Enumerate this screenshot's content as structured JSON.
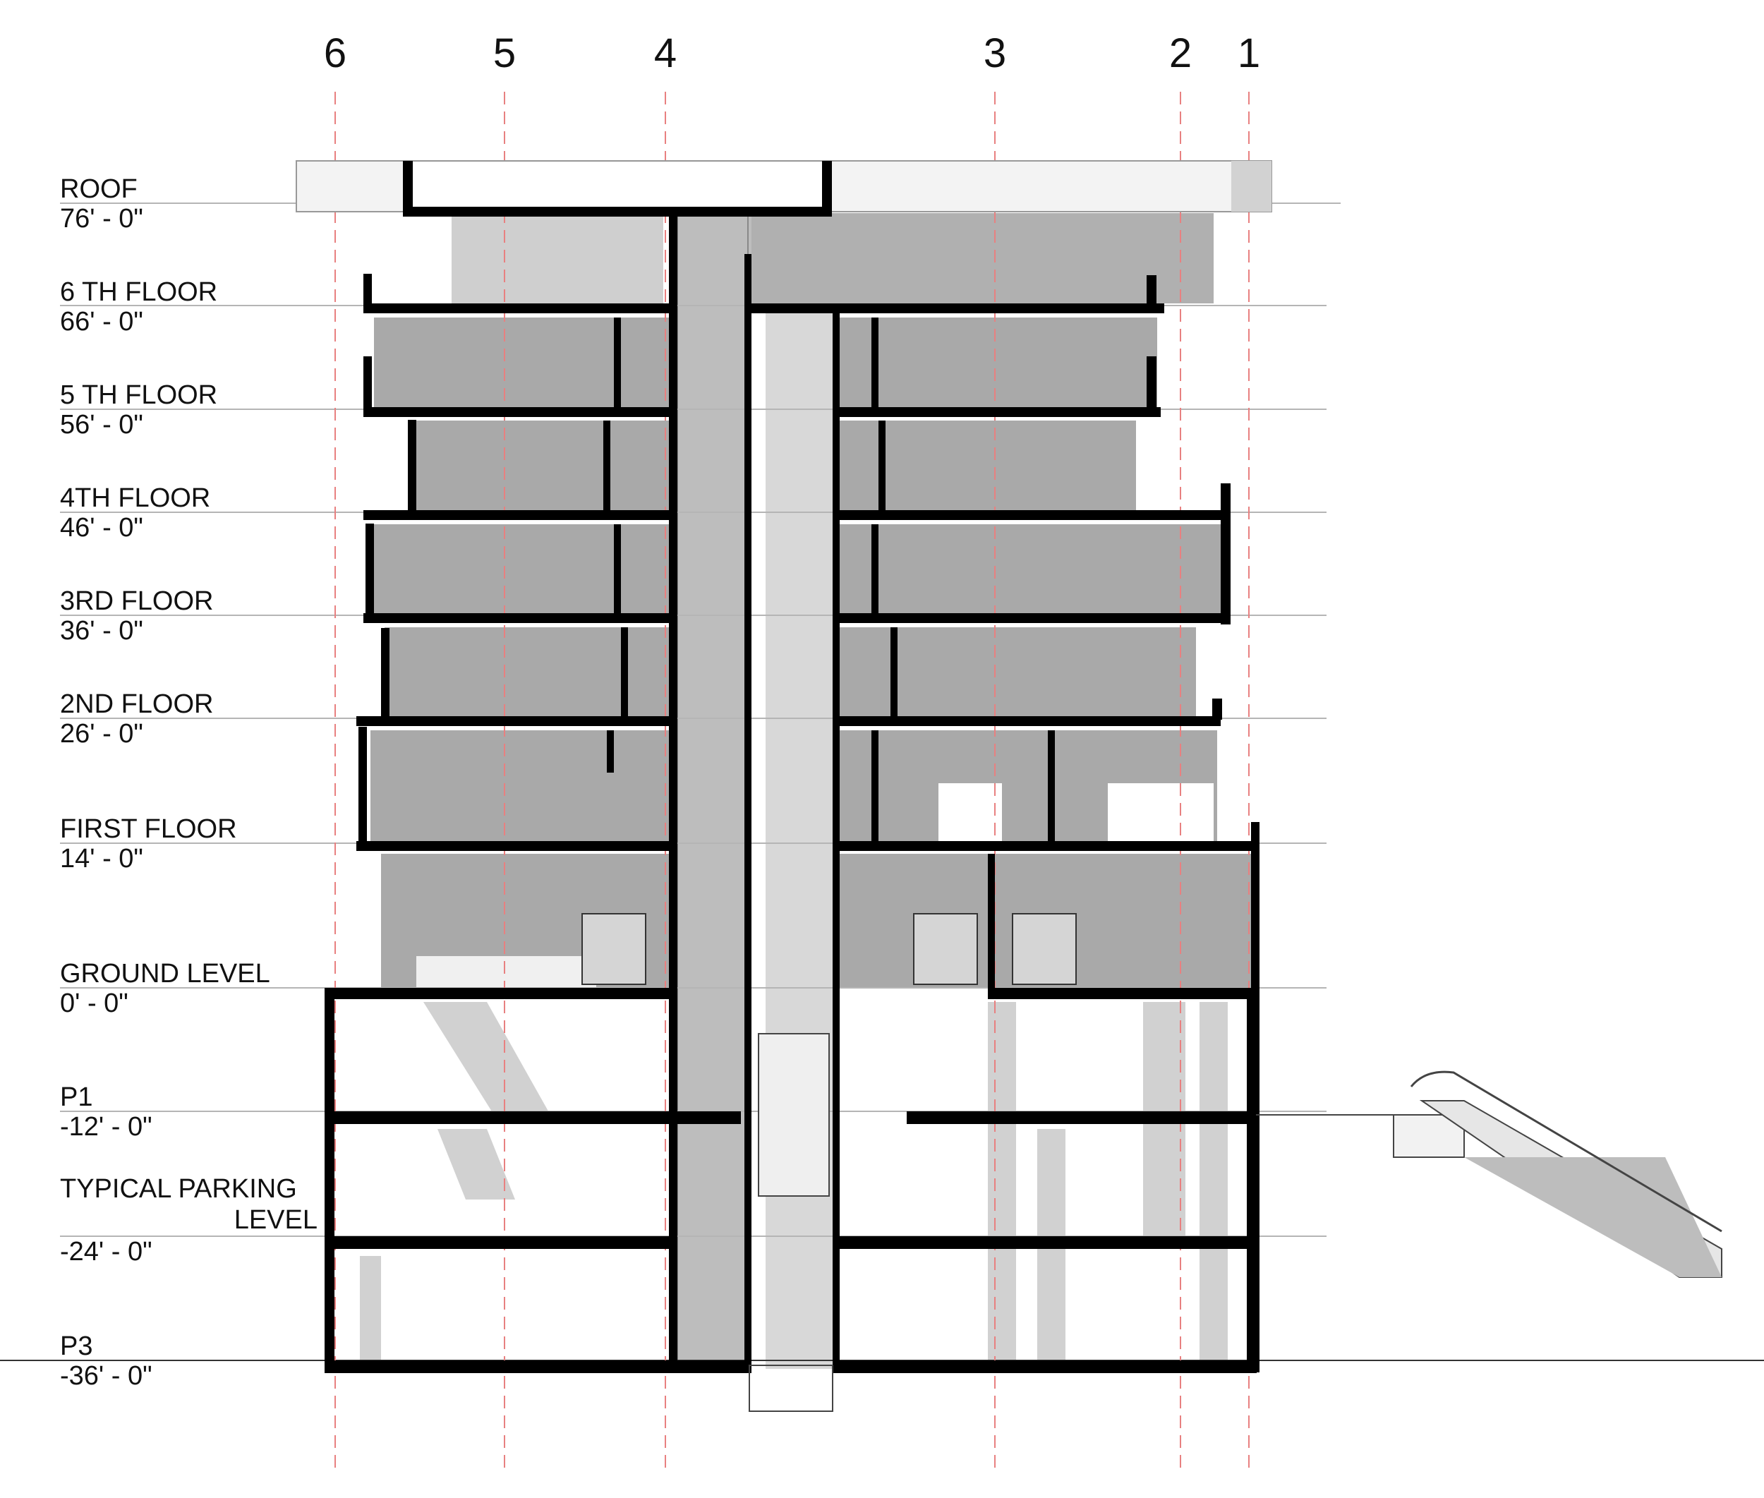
{
  "section": {
    "grid_lines": [
      "6",
      "5",
      "4",
      "3",
      "2",
      "1"
    ],
    "levels": [
      {
        "id": "roof",
        "name": "ROOF",
        "elevation": "76' - 0\""
      },
      {
        "id": "6th-floor",
        "name": "6 TH FLOOR",
        "elevation": "66' - 0\""
      },
      {
        "id": "5th-floor",
        "name": "5 TH FLOOR",
        "elevation": "56' - 0\""
      },
      {
        "id": "4th-floor",
        "name": "4TH FLOOR",
        "elevation": "46' - 0\""
      },
      {
        "id": "3rd-floor",
        "name": "3RD FLOOR",
        "elevation": "36' - 0\""
      },
      {
        "id": "2nd-floor",
        "name": "2ND FLOOR",
        "elevation": "26' - 0\""
      },
      {
        "id": "first-floor",
        "name": "FIRST FLOOR",
        "elevation": "14' - 0\""
      },
      {
        "id": "ground-level",
        "name": "GROUND LEVEL",
        "elevation": "0' - 0\""
      },
      {
        "id": "p1",
        "name": "P1",
        "elevation": "-12' - 0\""
      },
      {
        "id": "typical-parking",
        "name": "TYPICAL PARKING",
        "name2": "LEVEL",
        "elevation": "-24' - 0\""
      },
      {
        "id": "p3",
        "name": "P3",
        "elevation": "-36' - 0\""
      }
    ],
    "colors": {
      "cut_fill": "#000000",
      "interior_shade": "#a9a9a9",
      "shadow": "#c6c6c6",
      "light_shade": "#e2e2e2",
      "grid_line": "#e88080",
      "level_line": "#b5b5b5"
    }
  }
}
